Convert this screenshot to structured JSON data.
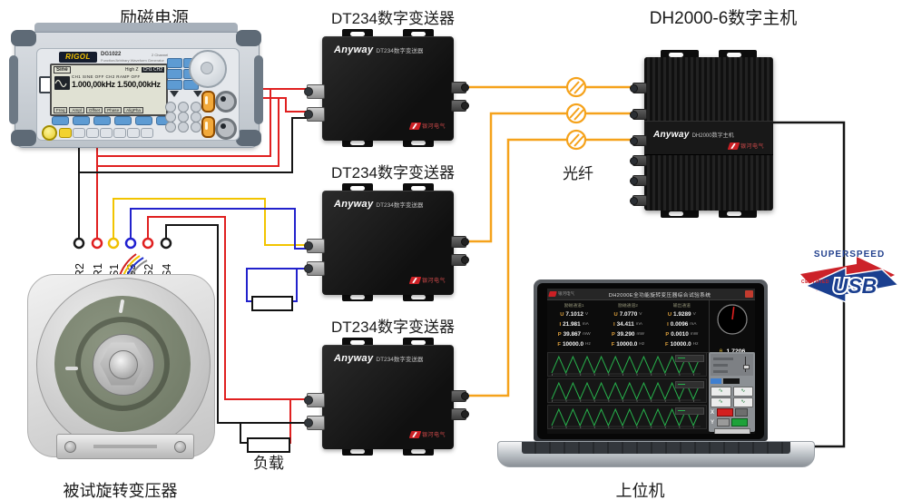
{
  "labels": {
    "excitation_source": "励磁电源",
    "transmitter": "DT234数字变送器",
    "host": "DH2000-6数字主机",
    "fiber": "光纤",
    "load": "负载",
    "resolver": "被试旋转变压器",
    "pc": "上位机"
  },
  "rigol": {
    "brand": "RIGOL",
    "model": "DG1022",
    "tagline": "Function/Arbitrary Waveform Generator",
    "spec": "2 Channel",
    "screen": {
      "mode_tab": "Sine",
      "impedance": "High Z",
      "channel_badge": "CH1 CH2",
      "status_line": "CH1 SINE  OFF   CH2 RAMP  OFF",
      "freq_ch1": "1.000,00kHz",
      "freq_ch2": "1.500,00kHz",
      "menu": [
        "Freq",
        "Ampl",
        "Offset",
        "Phase",
        "AligPha"
      ]
    }
  },
  "transmitter_device": {
    "brand": "Anyway",
    "model_label": "DT234数字变送器",
    "vendor": "银河电气"
  },
  "host_device": {
    "brand": "Anyway",
    "model_label": "DH2000数字主机",
    "vendor": "银河电气"
  },
  "terminals": [
    {
      "id": "R2",
      "color": "#1a1a1a"
    },
    {
      "id": "R1",
      "color": "#e02020"
    },
    {
      "id": "S1",
      "color": "#f0c000"
    },
    {
      "id": "S3",
      "color": "#2020d0"
    },
    {
      "id": "S2",
      "color": "#e02020"
    },
    {
      "id": "S4",
      "color": "#1a1a1a"
    }
  ],
  "usb_badge": {
    "superspeed": "SUPERSPEED",
    "certified": "CERTIFIED",
    "usb": "USB"
  },
  "software": {
    "title": "DH2000E全功能旋转变压器综合试验系统",
    "channels": [
      {
        "name": "励磁通道1",
        "rows": [
          {
            "k": "U",
            "v": "7.1012",
            "u": "V"
          },
          {
            "k": "I",
            "v": "21.981",
            "u": "mA"
          },
          {
            "k": "P",
            "v": "39.867",
            "u": "mW"
          },
          {
            "k": "F",
            "v": "10000.0",
            "u": "Hz"
          }
        ]
      },
      {
        "name": "励磁通道2",
        "rows": [
          {
            "k": "U",
            "v": "7.0770",
            "u": "V"
          },
          {
            "k": "I",
            "v": "34.411",
            "u": "mA"
          },
          {
            "k": "P",
            "v": "39.290",
            "u": "mW"
          },
          {
            "k": "F",
            "v": "10000.0",
            "u": "Hz"
          }
        ]
      },
      {
        "name": "输出通道",
        "rows": [
          {
            "k": "U",
            "v": "1.9289",
            "u": "V"
          },
          {
            "k": "I",
            "v": "0.0096",
            "u": "mA"
          },
          {
            "k": "P",
            "v": "0.0010",
            "u": "mW"
          },
          {
            "k": "F",
            "v": "10000.0",
            "u": "Hz"
          }
        ]
      }
    ],
    "theta_label": "θ",
    "theta_value": "1.7206",
    "x_label": "X",
    "y_label": "Y"
  },
  "wire_colors": {
    "red": "#e02020",
    "black": "#151515",
    "yellow": "#f2c400",
    "blue": "#2222cc",
    "fiber": "#f5a21b"
  }
}
